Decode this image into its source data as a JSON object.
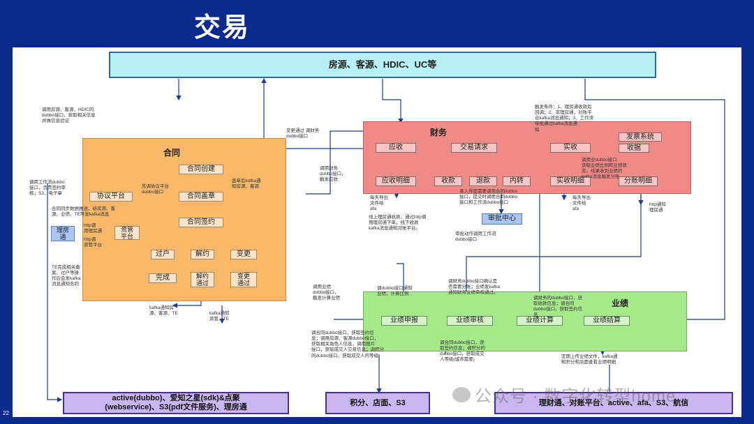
{
  "title": "交易",
  "top_box": "房源、客源、HDIC、UC等",
  "sections": {
    "contract": "合同",
    "finance": "财务",
    "perf": "业绩"
  },
  "contract_nodes": {
    "create": "合同创建",
    "seal": "合同盖章",
    "sign": "合同签约",
    "protocol": "协议平台",
    "house": "理房\n通",
    "deposit": "资管\n平台",
    "transfer": "过户",
    "cancel": "解约",
    "change": "变更",
    "done": "完成",
    "cancel_pass": "解约\n通过",
    "change_pass": "变更\n通过"
  },
  "finance_nodes": {
    "receive": "应收",
    "trade_req": "交易请求",
    "actual": "实收",
    "invoice": "发票系统",
    "receipt": "收据",
    "receive_detail": "应收明细",
    "collect": "收款",
    "refund": "退款",
    "transfer_in": "内转",
    "actual_detail": "实收明细",
    "split_detail": "分账明细",
    "approve": "审批中心"
  },
  "perf_nodes": {
    "report": "业绩申报",
    "audit": "业绩审核",
    "calc": "业绩计算",
    "settle": "业绩结算"
  },
  "bottom": {
    "left": "active(dubbo)、爱知之星(sdk)&点聚\n(webservice)、S3(pdf文件服务)、理房通",
    "mid": "积分、店面、S3",
    "right": "理财通、对账平台、active、afa、S3、航信"
  },
  "notes": {
    "n1": "调用房源、客源、HDIC的\ndubbo接口，获取相关信息\n并做信息验证",
    "n2": "调用工作流dubbo\n接口，负责签约审\n核；S3、电子章",
    "n3": "先调协议平台\ndubbo接口",
    "n4": "盖章后kafka通\n知房源、客源",
    "n5": "合同同步数据推送，给房源、客\n源、业绩、TE等发kafka消息",
    "n6": "http调\n用理房通",
    "n7": "http调\n资管平台",
    "n8": "TE完成相关备\n案、过户等操\n作后会发kafka\n消息通知合同",
    "n9": "kafka通知房\n源、客源、TE",
    "n10": "kafka通知\n资管、TE",
    "n11": "变更通过 调财务\ndubbo接口",
    "n12": "调用财务\ndubbo接口，\n触发应收",
    "n13": "调用业绩\ndubbo接口，\n触发计算业绩",
    "n14": "触发条件：1、理房通收款后\n回调；2、非理房通，对账平\n台kafka消息通知；3、工作流\n审批通过kafka消息通\n知",
    "n15": "调用业dubbo接口\n获取业绩比例和业绩状\n态，结果收到业绩的\nkafka消息触发分账",
    "n16": "每天导出\n文件给\nafa",
    "n17": "线上理房通收款，通过http调\n用理房通下单。线下收款\nkafka消息通知对账平台。",
    "n18": "录入界面需要调用合同dubbo\n接口，提交时调用合同dubbo\n接口和工作流dubbo接口",
    "n19": "审批动作调用工作流\ndubbo接口",
    "n20": "每天导出\n文件给\nafa",
    "n21": "http通知\n理房通",
    "n22": "调dubbo接口通知\n业绩，计算比例",
    "n23": "调财务dubbo接口确认是\n否需要分账；业绩发kafka\n通知财务业绩审核通过。",
    "n24": "调财务的dubbo接口，获\n取收款信息；调合同\ndubbo接口，获取签约信\n息",
    "n25": "调合同dubbo接口，获取签约信\n息；调用房源、客源dubbo接口，\n获取相关角色人信息，调用图片\n接口，获取成交人交易信息；调积分\n的dubbo接口，获取成交人的等级",
    "n26": "调合同dubbo接口，获\n取签约信息；调积分的\ndubbo接口，获取成交\n人等级(城市需要)",
    "n27": "定期上传业绩文件，kafka通\n知积分和店面查看业绩明细"
  },
  "watermark": "公众号 · 数字化转型home",
  "page_number": "22"
}
